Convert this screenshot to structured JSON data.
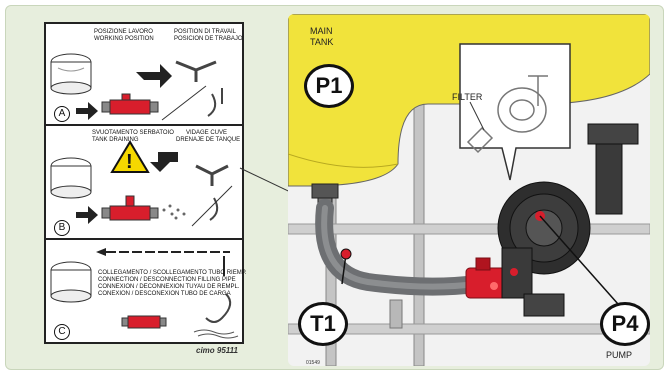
{
  "panel_left": {
    "section_a": {
      "title_it": "POSIZIONE LAVORO",
      "title_en": "WORKING POSITION",
      "title_fr": "POSITION DI TRAVAIL",
      "title_es": "POSICION DE TRABAJO",
      "letter": "A"
    },
    "section_b": {
      "title_it": "SVUOTAMENTO SERBATOIO",
      "title_en": "TANK DRAINING",
      "title_fr": "VIDAGE CUVE",
      "title_es": "DRENAJE DE TANQUE",
      "letter": "B"
    },
    "section_c": {
      "line1": "COLLEGAMENTO / SCOLLEGAMENTO  TUBO RIEMP.",
      "line2": "CONNECTION / DESCONNECTION FILLING PIPE",
      "line3": "CONNEXION / DECONNEXION TUYAU DE REMPL.",
      "line4": "CONEXION / DESCONEXION TUBO DE CARGA",
      "letter": "C"
    },
    "brand": "cimo 95111"
  },
  "panel_right": {
    "main_tank_1": "MAIN",
    "main_tank_2": "TANK",
    "filter": "FILTER",
    "pump": "PUMP",
    "p1": "P1",
    "t1": "T1",
    "p4": "P4",
    "ref": "01549"
  },
  "colors": {
    "frame_bg": "#e7eedd",
    "tank_yellow": "#f1e33b",
    "valve_red": "#d81e2c",
    "pump_dark": "#2e2e2e",
    "hose_gray": "#6d6f72"
  }
}
